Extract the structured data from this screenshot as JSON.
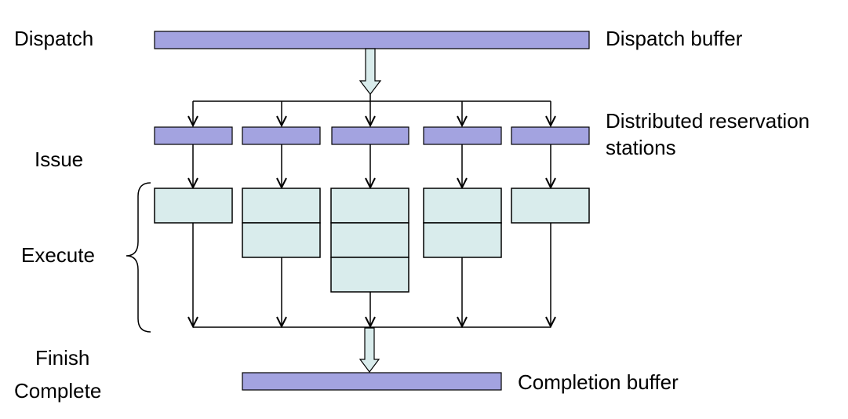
{
  "stages": {
    "dispatch": "Dispatch",
    "issue": "Issue",
    "execute": "Execute",
    "finish": "Finish",
    "complete": "Complete"
  },
  "buffers": {
    "dispatch": "Dispatch buffer",
    "reservation_line1": "Distributed reservation",
    "reservation_line2": "stations",
    "completion": "Completion buffer"
  },
  "colors": {
    "buffer_fill": "#a3a3e0",
    "unit_fill": "#d9ecec"
  },
  "functional_units": [
    {
      "stages": 1
    },
    {
      "stages": 2
    },
    {
      "stages": 3
    },
    {
      "stages": 2
    },
    {
      "stages": 1
    }
  ]
}
